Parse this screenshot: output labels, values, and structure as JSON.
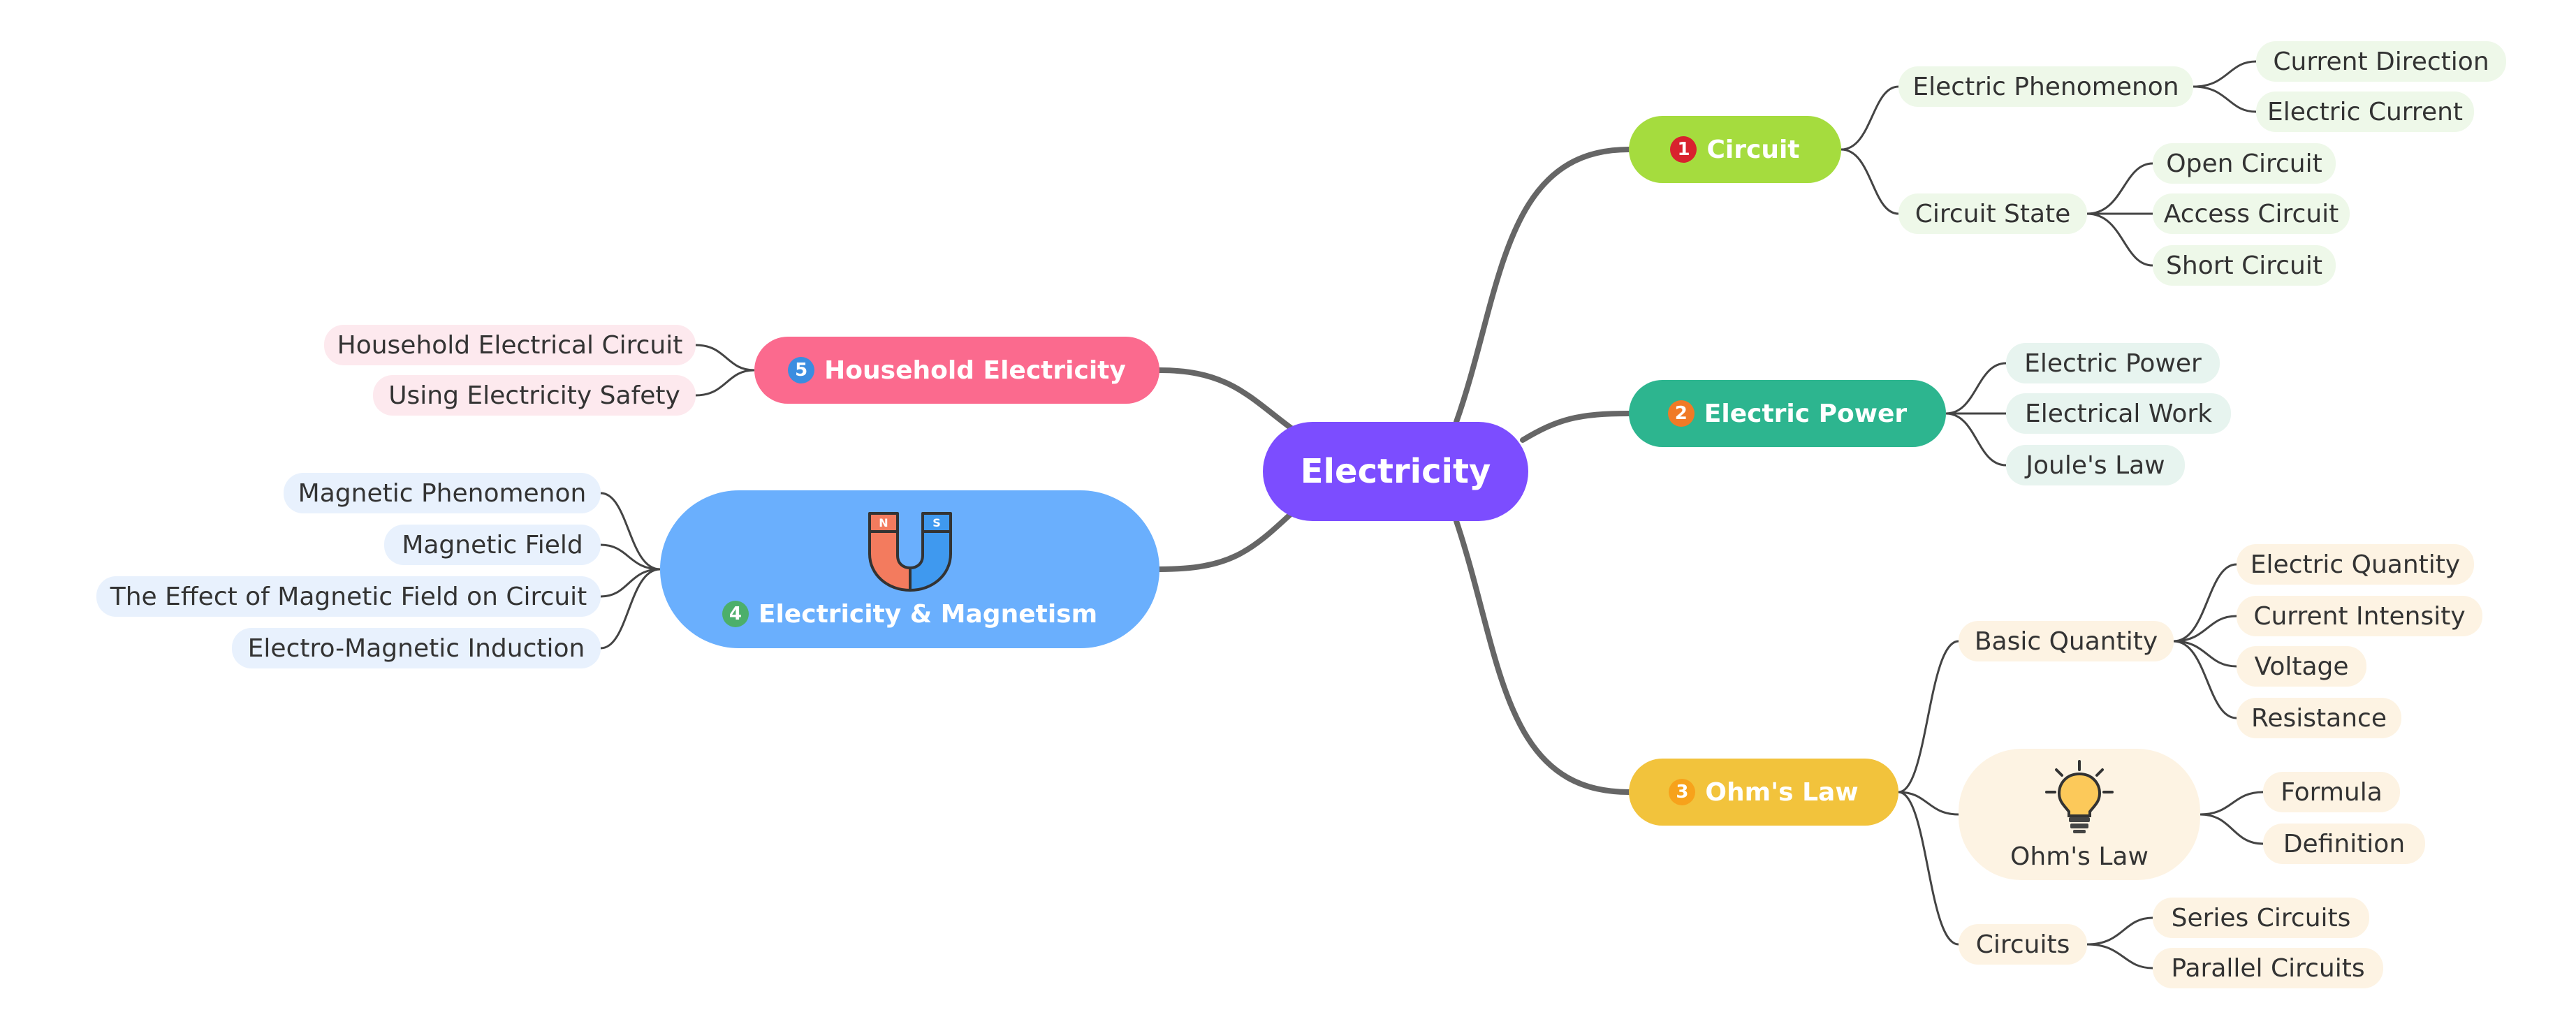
{
  "root": {
    "label": "Electricity"
  },
  "colors": {
    "root": "#7c4dff",
    "circuit": "#a5dc3e",
    "power": "#2db58f",
    "ohm": "#f2c33c",
    "magnet": "#6aaffd",
    "household": "#fb6a8e",
    "line": "#666666"
  },
  "branches": {
    "circuit": {
      "number": "1",
      "label": "Circuit",
      "children": [
        {
          "label": "Electric Phenomenon",
          "children": [
            "Current Direction",
            "Electric Current"
          ]
        },
        {
          "label": "Circuit State",
          "children": [
            "Open Circuit",
            "Access Circuit",
            "Short Circuit"
          ]
        }
      ]
    },
    "power": {
      "number": "2",
      "label": "Electric Power",
      "children": [
        "Electric Power",
        "Electrical Work",
        "Joule's Law"
      ]
    },
    "ohm": {
      "number": "3",
      "label": "Ohm's Law",
      "children": [
        {
          "label": "Basic Quantity",
          "children": [
            "Electric Quantity",
            "Current Intensity",
            "Voltage",
            "Resistance"
          ]
        },
        {
          "label": "Ohm's Law",
          "icon": "lightbulb-icon",
          "children": [
            "Formula",
            "Definition"
          ]
        },
        {
          "label": "Circuits",
          "children": [
            "Series Circuits",
            "Parallel Circuits"
          ]
        }
      ]
    },
    "magnet": {
      "number": "4",
      "label": "Electricity & Magnetism",
      "icon": "horseshoe-magnet-icon",
      "magnet_poles": [
        "N",
        "S"
      ],
      "children": [
        "Magnetic Phenomenon",
        "Magnetic Field",
        "The Effect of Magnetic Field on Circuit",
        "Electro-Magnetic Induction"
      ]
    },
    "household": {
      "number": "5",
      "label": "Household Electricity",
      "children": [
        "Household Electrical Circuit",
        "Using Electricity Safety"
      ]
    }
  }
}
